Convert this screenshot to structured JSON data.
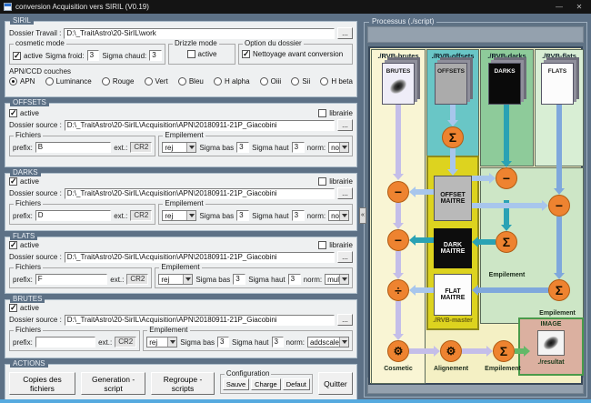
{
  "window": {
    "title": "conversion Acquisition vers SIRIL (V0.19)",
    "minimize": "—",
    "close": "✕"
  },
  "siril": {
    "label": "SIRIL",
    "dossier_travail_label": "Dossier Travail :",
    "dossier_travail": "D:\\_TraitAstro\\20-SirIL\\work",
    "browse": "...",
    "cosmetic_label": "cosmetic mode",
    "cosmetic_active": "active",
    "sigma_froid_label": "Sigma froid:",
    "sigma_froid": "3",
    "sigma_chaud_label": "Sigma chaud:",
    "sigma_chaud": "3",
    "drizzle_label": "Drizzle mode",
    "drizzle_active": "active",
    "option_label": "Option du dossier",
    "nettoyage": "Nettoyage avant conversion",
    "couches_label": "APN/CCD couches",
    "couches": [
      "APN",
      "Luminance",
      "Rouge",
      "Vert",
      "Bleu",
      "H alpha",
      "Oiii",
      "Sii",
      "H beta"
    ]
  },
  "offsets": {
    "label": "OFFSETS",
    "active": "active",
    "librairie": "librairie",
    "dossier_label": "Dossier source :",
    "dossier": "D:\\_TraitAstro\\20-SirIL\\Acquisition\\APN\\20180911-21P_Giacobini",
    "browse": "...",
    "fichiers_label": "Fichiers",
    "prefix_label": "prefix:",
    "prefix": "B",
    "ext_label": "ext.:",
    "ext": "CR2",
    "empilement_label": "Empilement",
    "rej": "rej",
    "sigma_bas_label": "Sigma bas",
    "sigma_bas": "3",
    "sigma_haut_label": "Sigma haut",
    "sigma_haut": "3",
    "norm_label": "norm:",
    "norm": "no"
  },
  "darks": {
    "label": "DARKS",
    "active": "active",
    "librairie": "librairie",
    "dossier_label": "Dossier source :",
    "dossier": "D:\\_TraitAstro\\20-SirIL\\Acquisition\\APN\\20180911-21P_Giacobini",
    "browse": "...",
    "fichiers_label": "Fichiers",
    "prefix_label": "prefix:",
    "prefix": "D",
    "ext_label": "ext.:",
    "ext": "CR2",
    "empilement_label": "Empilement",
    "rej": "rej",
    "sigma_bas_label": "Sigma bas",
    "sigma_bas": "3",
    "sigma_haut_label": "Sigma haut",
    "sigma_haut": "3",
    "norm_label": "norm:",
    "norm": "no"
  },
  "flats": {
    "label": "FLATS",
    "active": "active",
    "librairie": "librairie",
    "dossier_label": "Dossier source :",
    "dossier": "D:\\_TraitAstro\\20-SirIL\\Acquisition\\APN\\20180911-21P_Giacobini",
    "browse": "...",
    "fichiers_label": "Fichiers",
    "prefix_label": "prefix:",
    "prefix": "F",
    "ext_label": "ext.:",
    "ext": "CR2",
    "empilement_label": "Empilement",
    "rej": "rej",
    "sigma_bas_label": "Sigma bas",
    "sigma_bas": "3",
    "sigma_haut_label": "Sigma haut",
    "sigma_haut": "3",
    "norm_label": "norm:",
    "norm": "mul"
  },
  "brutes": {
    "label": "BRUTES",
    "active": "active",
    "dossier_label": "Dossier source :",
    "dossier": "D:\\_TraitAstro\\20-SirIL\\Acquisition\\APN\\20180911-21P_Giacobini",
    "browse": "...",
    "fichiers_label": "Fichiers",
    "prefix_label": "prefix:",
    "prefix": "",
    "ext_label": "ext.:",
    "ext": "CR2",
    "empilement_label": "Empilement",
    "rej": "rej",
    "sigma_bas_label": "Sigma bas",
    "sigma_bas": "3",
    "sigma_haut_label": "Sigma haut",
    "sigma_haut": "3",
    "norm_label": "norm:",
    "norm": "addscale"
  },
  "actions": {
    "label": "ACTIONS",
    "copies": "Copies des fichiers",
    "generation": "Generation - script",
    "regroupe": "Regroupe - scripts",
    "config_label": "Configuration",
    "sauve": "Sauve",
    "charge": "Charge",
    "defaut": "Defaut",
    "quitter": "Quitter"
  },
  "processus": {
    "label": "Processus (./script)",
    "splitter": "«",
    "col_brutes": "./RVB-brutes",
    "col_offsets": "./RVB-offsets",
    "col_darks": "./RVB-darks",
    "col_flats": "./RVB-flats",
    "stack_brutes": "BRUTES",
    "stack_offsets": "OFFSETS",
    "stack_darks": "DARKS",
    "stack_flats": "FLATS",
    "offset_maitre": "OFFSET MAITRE",
    "dark_maitre": "DARK MAITRE",
    "flat_maitre": "FLAT MAITRE",
    "rvb_master": "./RVB-master",
    "sigma": "Σ",
    "minus": "−",
    "divide": "÷",
    "gear": "⚙",
    "empilement": "Empilement",
    "cosmetic": "Cosmetic",
    "alignement": "Alignement",
    "image_title": "IMAGE",
    "image_caption": "./resultat"
  },
  "colors": {
    "accent_blue": "#56aadf",
    "orange": "#ee8330",
    "master_yellow": "#ddd31f",
    "teal": "#2aa2b4"
  }
}
